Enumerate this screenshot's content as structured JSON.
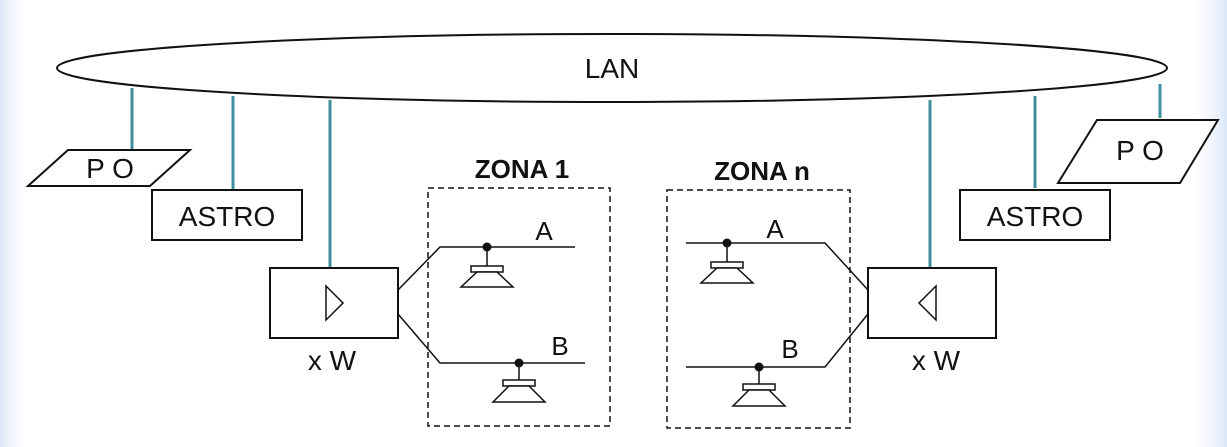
{
  "lan": {
    "label": "LAN"
  },
  "left": {
    "po_label": "P O",
    "astro_label": "ASTRO",
    "amp_power_label": "x W"
  },
  "right": {
    "po_label": "P O",
    "astro_label": "ASTRO",
    "amp_power_label": "x W"
  },
  "zone_1": {
    "title": "ZONA 1",
    "line_a_label": "A",
    "line_b_label": "B"
  },
  "zone_n": {
    "title": "ZONA n",
    "line_a_label": "A",
    "line_b_label": "B"
  },
  "colors": {
    "lan_drop": "#3f8f9f",
    "stroke": "#111111",
    "background": "#ffffff"
  }
}
